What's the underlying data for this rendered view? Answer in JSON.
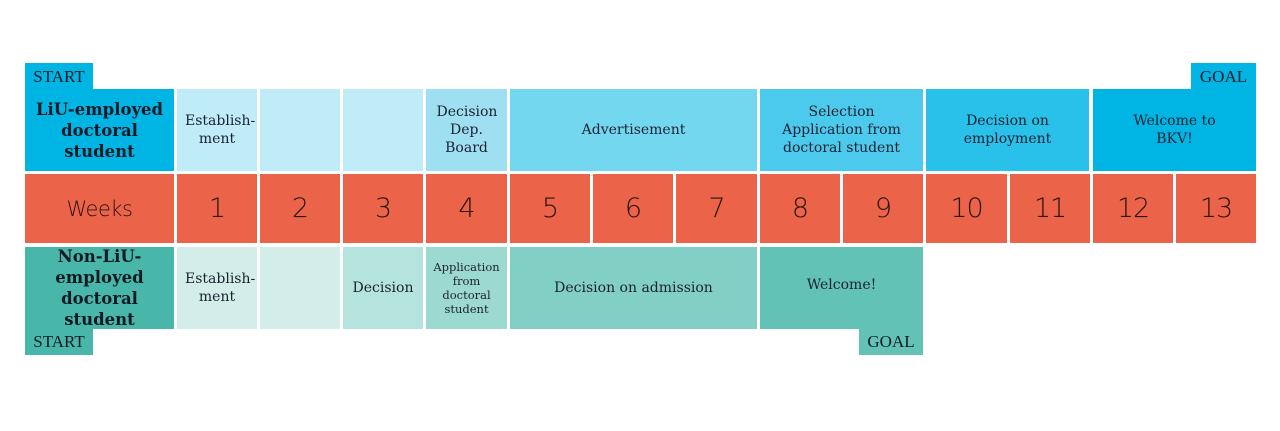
{
  "top_row": {
    "start_tab": "START",
    "goal_tab": "GOAL",
    "label": "LiU-employed doctoral student",
    "label_color": "#00b4e4",
    "cells": [
      {
        "text": "Establish- ment",
        "weeks": [
          1
        ],
        "color": "#c0ebf8"
      },
      {
        "text": "",
        "weeks": [
          2
        ],
        "color": "#c0ebf8"
      },
      {
        "text": "",
        "weeks": [
          3
        ],
        "color": "#c0ebf8"
      },
      {
        "text": "Decision Dep. Board",
        "weeks": [
          4
        ],
        "color": "#9fdff2"
      },
      {
        "text": "Advertisement",
        "weeks": [
          5,
          6,
          7
        ],
        "color": "#74d7f0"
      },
      {
        "text": "Selection Application from doctoral student",
        "weeks": [
          8,
          9
        ],
        "color": "#4ccaed"
      },
      {
        "text": "Decision on employment",
        "weeks": [
          10,
          11
        ],
        "color": "#29c1ea"
      },
      {
        "text": "Welcome to BKV!",
        "weeks": [
          12,
          13
        ],
        "color": "#00b5e3"
      }
    ]
  },
  "weeks_row": {
    "label": "Weeks",
    "color": "#eb6348",
    "numbers": [
      "1",
      "2",
      "3",
      "4",
      "5",
      "6",
      "7",
      "8",
      "9",
      "10",
      "11",
      "12",
      "13"
    ]
  },
  "bottom_row": {
    "start_tab": "START",
    "goal_tab": "GOAL",
    "label": "Non-LiU- employed doctoral student",
    "label_color": "#48b6a8",
    "cells": [
      {
        "text": "Establish- ment",
        "weeks": [
          1
        ],
        "color": "#d3ede9"
      },
      {
        "text": "",
        "weeks": [
          2
        ],
        "color": "#d3ede9"
      },
      {
        "text": "Decision",
        "weeks": [
          3
        ],
        "color": "#b5e3dd"
      },
      {
        "text": "Application from doctoral student",
        "weeks": [
          4
        ],
        "color": "#9cd9d0"
      },
      {
        "text": "Decision on admission",
        "weeks": [
          5,
          6,
          7
        ],
        "color": "#82cfc5"
      },
      {
        "text": "Welcome!",
        "weeks": [
          8,
          9
        ],
        "color": "#63c2b6"
      }
    ]
  }
}
